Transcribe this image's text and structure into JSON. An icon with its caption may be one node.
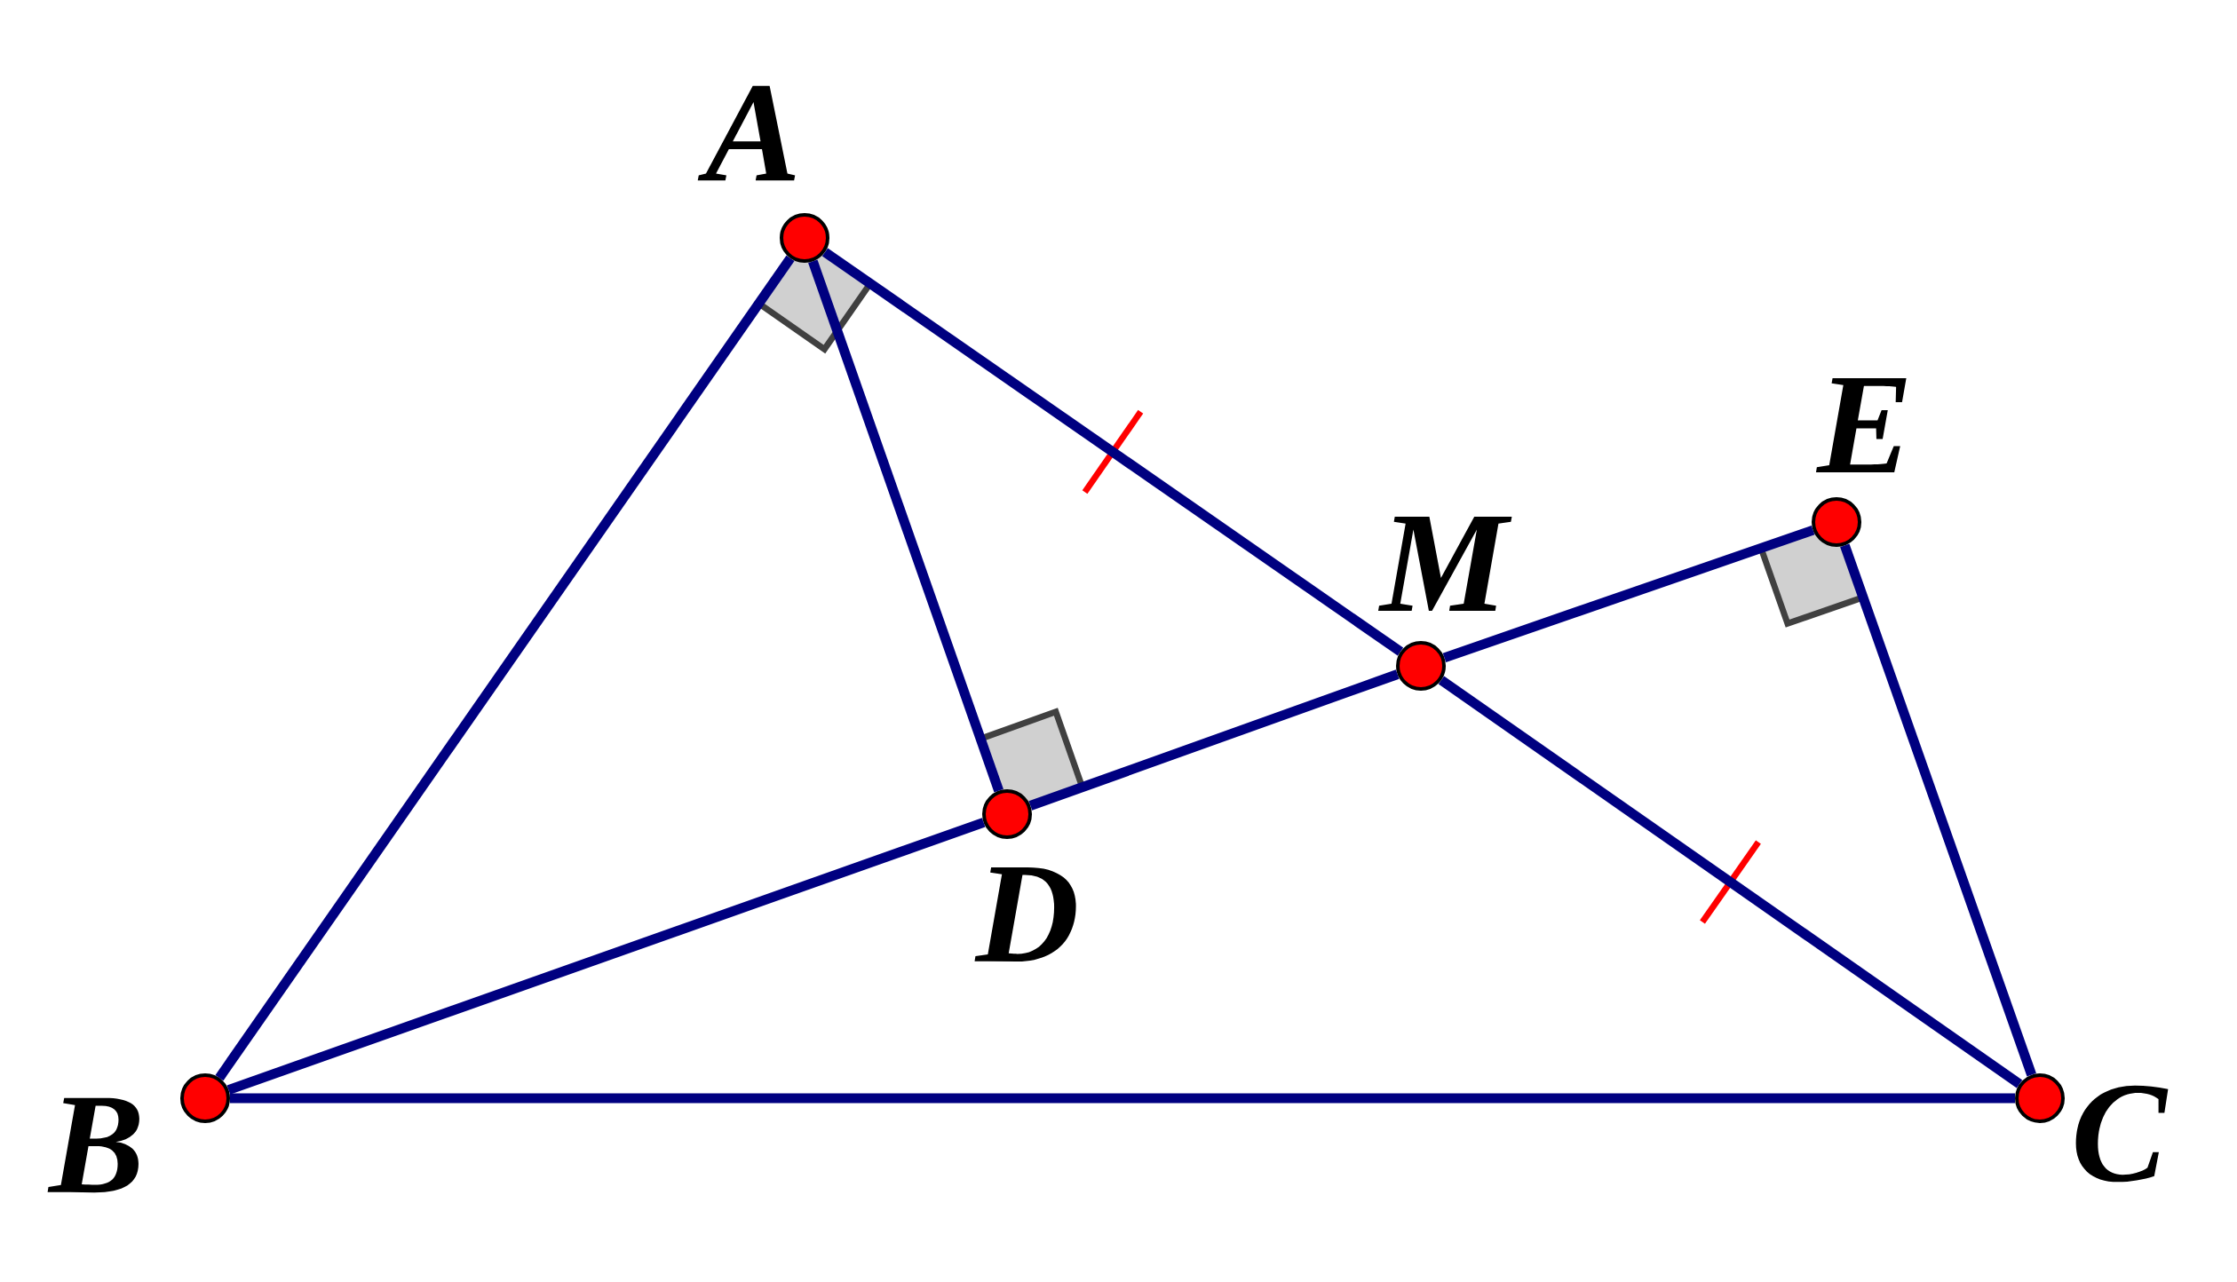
{
  "diagram": {
    "nodes": [
      {
        "text": [],
        "shape": "circle",
        "beside": [
          "A"
        ]
      },
      {
        "text": [],
        "shape": "circle",
        "beside": [
          "B"
        ]
      },
      {
        "text": [],
        "shape": "circle",
        "beside": [
          "C"
        ]
      },
      {
        "text": [],
        "shape": "circle",
        "beside": [
          "D"
        ]
      },
      {
        "text": [],
        "shape": "circle",
        "beside": [
          "M"
        ]
      },
      {
        "text": [],
        "shape": "circle",
        "beside": [
          "E"
        ]
      }
    ],
    "edges": [
      {
        "from": 0,
        "to": 1,
        "arrow": "none"
      },
      {
        "from": 0,
        "to": 3,
        "arrow": "none"
      },
      {
        "from": 0,
        "to": 4,
        "arrow": "none"
      },
      {
        "from": 4,
        "to": 2,
        "arrow": "none"
      },
      {
        "from": 1,
        "to": 2,
        "arrow": "none"
      },
      {
        "from": 1,
        "to": 3,
        "arrow": "none"
      },
      {
        "from": 3,
        "to": 4,
        "arrow": "none"
      },
      {
        "from": 4,
        "to": 5,
        "arrow": "none"
      },
      {
        "from": 5,
        "to": 2,
        "arrow": "none"
      }
    ]
  }
}
